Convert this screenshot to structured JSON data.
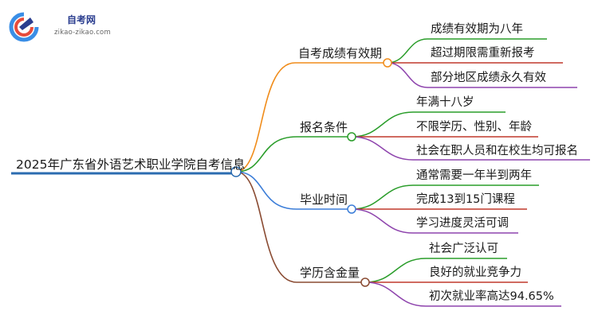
{
  "logo": {
    "name": "自考网",
    "url": "zikao-zikao.com"
  },
  "colors": {
    "root": "#2b6cb0",
    "branches": [
      "#f08c1a",
      "#2a9d2a",
      "#3b7dd8",
      "#8a4b32"
    ],
    "leaves": [
      "#2a9d2a",
      "#c0392b",
      "#8e44ad"
    ]
  },
  "mindmap": {
    "root": "2025年广东省外语艺术职业学院自考信息",
    "branches": [
      {
        "label": "自考成绩有效期",
        "leaves": [
          "成绩有效期为八年",
          "超过期限需重新报考",
          "部分地区成绩永久有效"
        ]
      },
      {
        "label": "报名条件",
        "leaves": [
          "年满十八岁",
          "不限学历、性别、年龄",
          "社会在职人员和在校生均可报名"
        ]
      },
      {
        "label": "毕业时间",
        "leaves": [
          "通常需要一年半到两年",
          "完成13到15门课程",
          "学习进度灵活可调"
        ]
      },
      {
        "label": "学历含金量",
        "leaves": [
          "社会广泛认可",
          "良好的就业竞争力",
          "初次就业率高达94.65%"
        ]
      }
    ]
  }
}
